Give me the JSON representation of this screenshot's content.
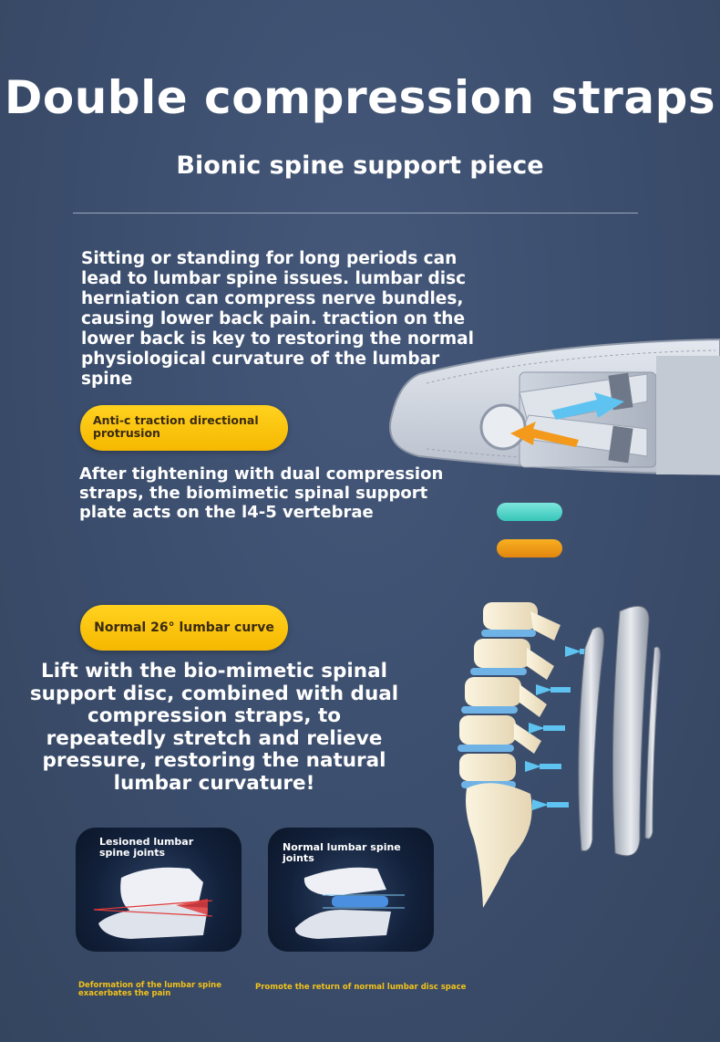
{
  "header": {
    "title": "Double compression straps",
    "subtitle": "Bionic spine support piece"
  },
  "intro": {
    "text": "Sitting or standing for long periods can lead to lumbar spine issues. lumbar disc herniation can compress nerve bundles, causing lower back pain. traction on the lower back is key to restoring the normal physiological curvature of the lumbar spine"
  },
  "feature1": {
    "badge": "Anti-c traction directional protrusion",
    "text": "After tightening with dual compression straps, the biomimetic spinal support plate acts on the l4-5 vertebrae"
  },
  "feature2": {
    "badge": "Normal 26° lumbar curve",
    "text": "Lift with the bio-mimetic spinal support disc, combined with dual compression straps, to repeatedly stretch and relieve pressure, restoring the natural lumbar curvature!"
  },
  "comparison": {
    "lesioned": {
      "title": "Lesioned lumbar spine joints",
      "caption": "Deformation of the lumbar spine exacerbates the pain"
    },
    "normal": {
      "title": "Normal lumbar spine joints",
      "caption": "Promote the return of normal lumbar disc space"
    }
  },
  "colors": {
    "background": "#3d4f6e",
    "accent_yellow": "#f6b800",
    "arrow_blue": "#5ec3f0",
    "arrow_orange": "#f39a1c",
    "lesion_red": "#e03a3a"
  }
}
